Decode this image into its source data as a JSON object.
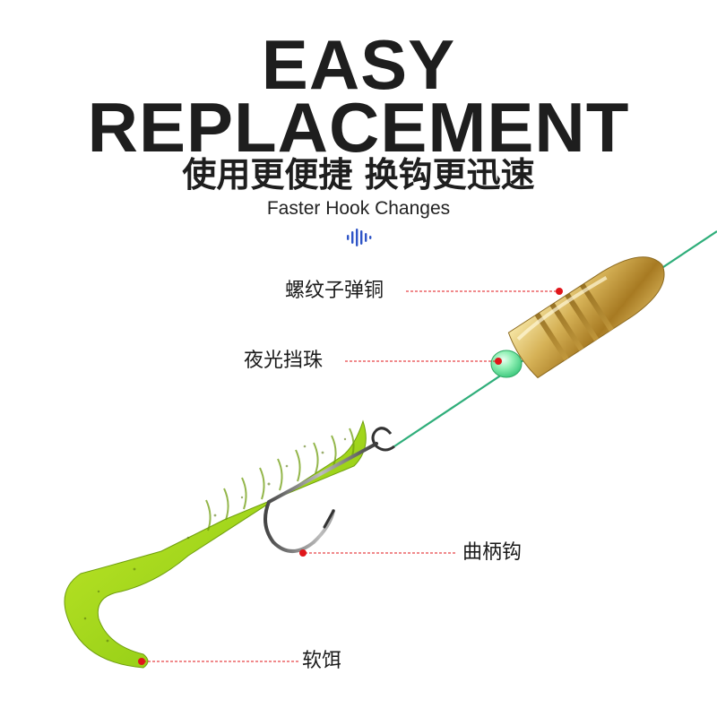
{
  "heading": {
    "line1": "EASY",
    "line2": "REPLACEMENT",
    "subtitle": "使用更便捷 换钩更迅速",
    "tagline": "Faster Hook Changes"
  },
  "callouts": {
    "copper_weight": "螺纹子弹铜",
    "luminous_bead": "夜光挡珠",
    "hook": "曲柄钩",
    "soft_bait": "软饵"
  },
  "colors": {
    "wave_icon": "#2f55c7",
    "leader_dot": "#e0151a",
    "leader_line": "#e0151a",
    "fishing_line": "#2fae7a"
  }
}
